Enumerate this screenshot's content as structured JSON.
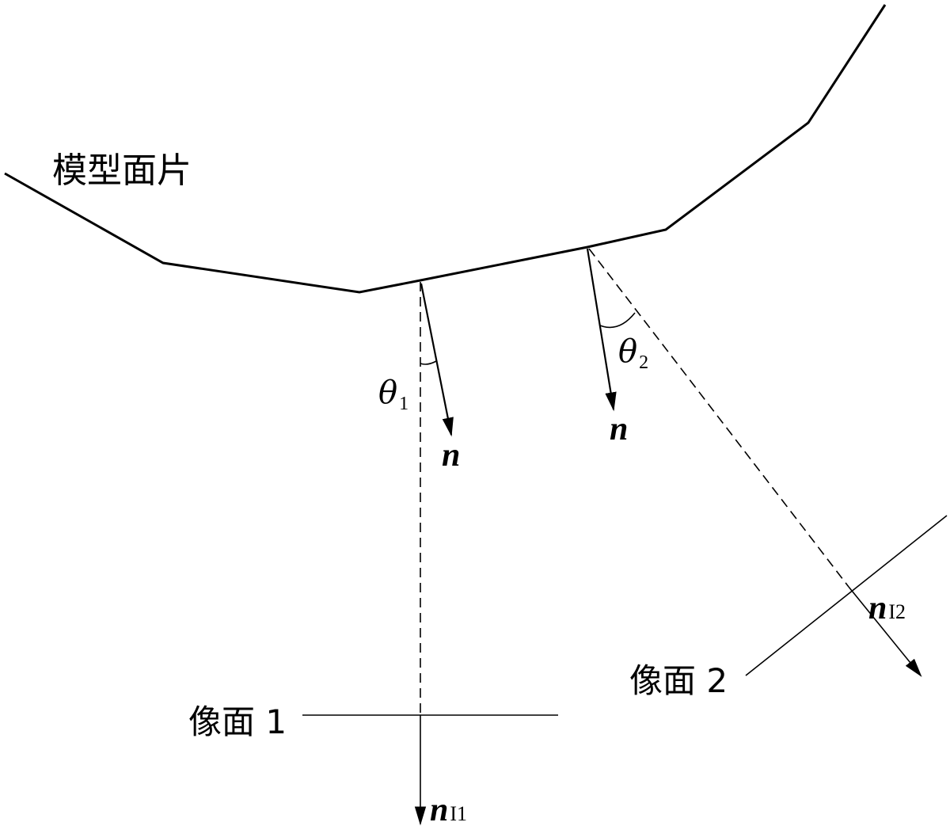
{
  "labels": {
    "model_patch": "模型面片",
    "theta1": "θ",
    "theta1_sub": "1",
    "theta2": "θ",
    "theta2_sub": "2",
    "normal_1": "n",
    "normal_2": "n",
    "image_plane_1": "像面 1",
    "image_plane_2": "像面 2",
    "n_i1": "n",
    "n_i1_sub": "I1",
    "n_i2": "n",
    "n_i2_sub": "I2"
  },
  "colors": {
    "line": "#000000",
    "background": "#ffffff"
  }
}
